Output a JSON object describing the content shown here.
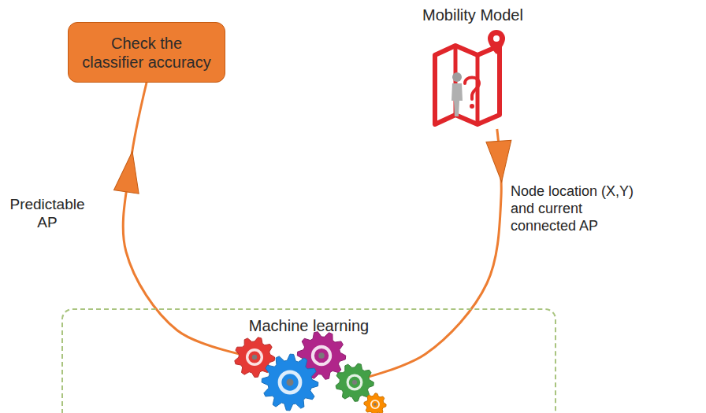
{
  "diagram": {
    "nodes": [
      {
        "text": [
          "Check the classifier accuracy"
        ]
      },
      {
        "text": [
          "Mobility Model"
        ]
      },
      {
        "text": [
          "Machine learning"
        ]
      }
    ],
    "edges": [
      {
        "from": 1,
        "to": 2,
        "arrow": "to",
        "label": "Node location (X,Y) and current connected AP"
      },
      {
        "from": 2,
        "to": 0,
        "arrow": "to",
        "label": "Predictable AP"
      }
    ]
  }
}
